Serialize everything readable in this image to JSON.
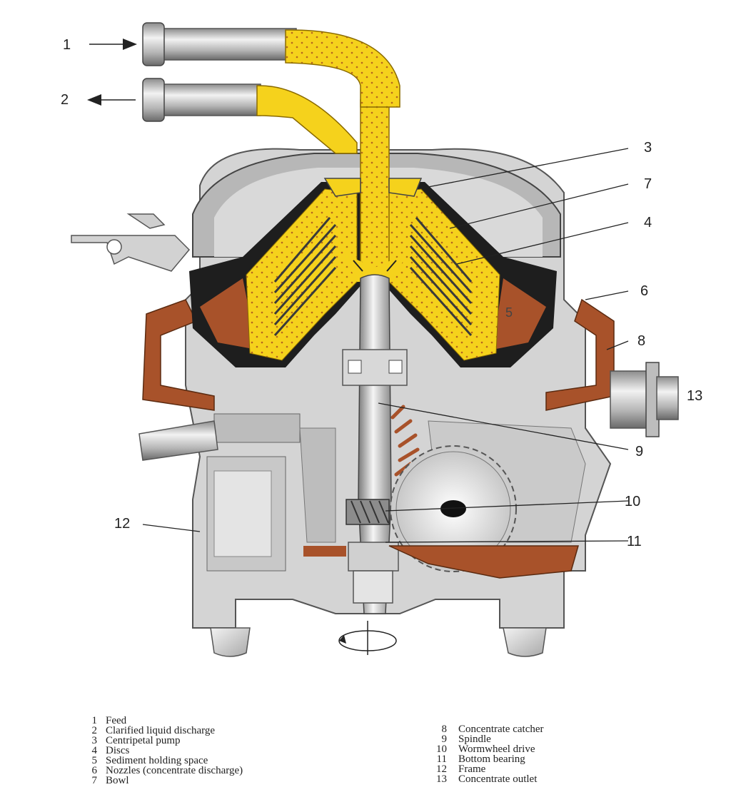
{
  "callouts": {
    "n1": "1",
    "n2": "2",
    "n3": "3",
    "n4": "4",
    "n5": "5",
    "n6": "6",
    "n7": "7",
    "n8": "8",
    "n9": "9",
    "n10": "10",
    "n11": "11",
    "n12": "12",
    "n13": "13"
  },
  "legend_left": [
    {
      "num": "1",
      "label": "Feed"
    },
    {
      "num": "2",
      "label": "Clarified liquid discharge"
    },
    {
      "num": "3",
      "label": "Centripetal pump"
    },
    {
      "num": "4",
      "label": "Discs"
    },
    {
      "num": "5",
      "label": "Sediment holding space"
    },
    {
      "num": "6",
      "label": "Nozzles (concentrate discharge)"
    },
    {
      "num": "7",
      "label": "Bowl"
    }
  ],
  "legend_right": [
    {
      "num": "8",
      "label": "Concentrate catcher"
    },
    {
      "num": "9",
      "label": "Spindle"
    },
    {
      "num": "10",
      "label": "Wormwheel drive"
    },
    {
      "num": "11",
      "label": "Bottom bearing"
    },
    {
      "num": "12",
      "label": "Frame"
    },
    {
      "num": "13",
      "label": "Concentrate outlet"
    }
  ],
  "colors": {
    "liquid": "#f5d21c",
    "sediment": "#a8522a",
    "bowl": "#1e1e1e",
    "metal_light": "#dcdcdc",
    "metal_mid": "#a9a9a9",
    "metal_dark": "#6e6e6e"
  }
}
